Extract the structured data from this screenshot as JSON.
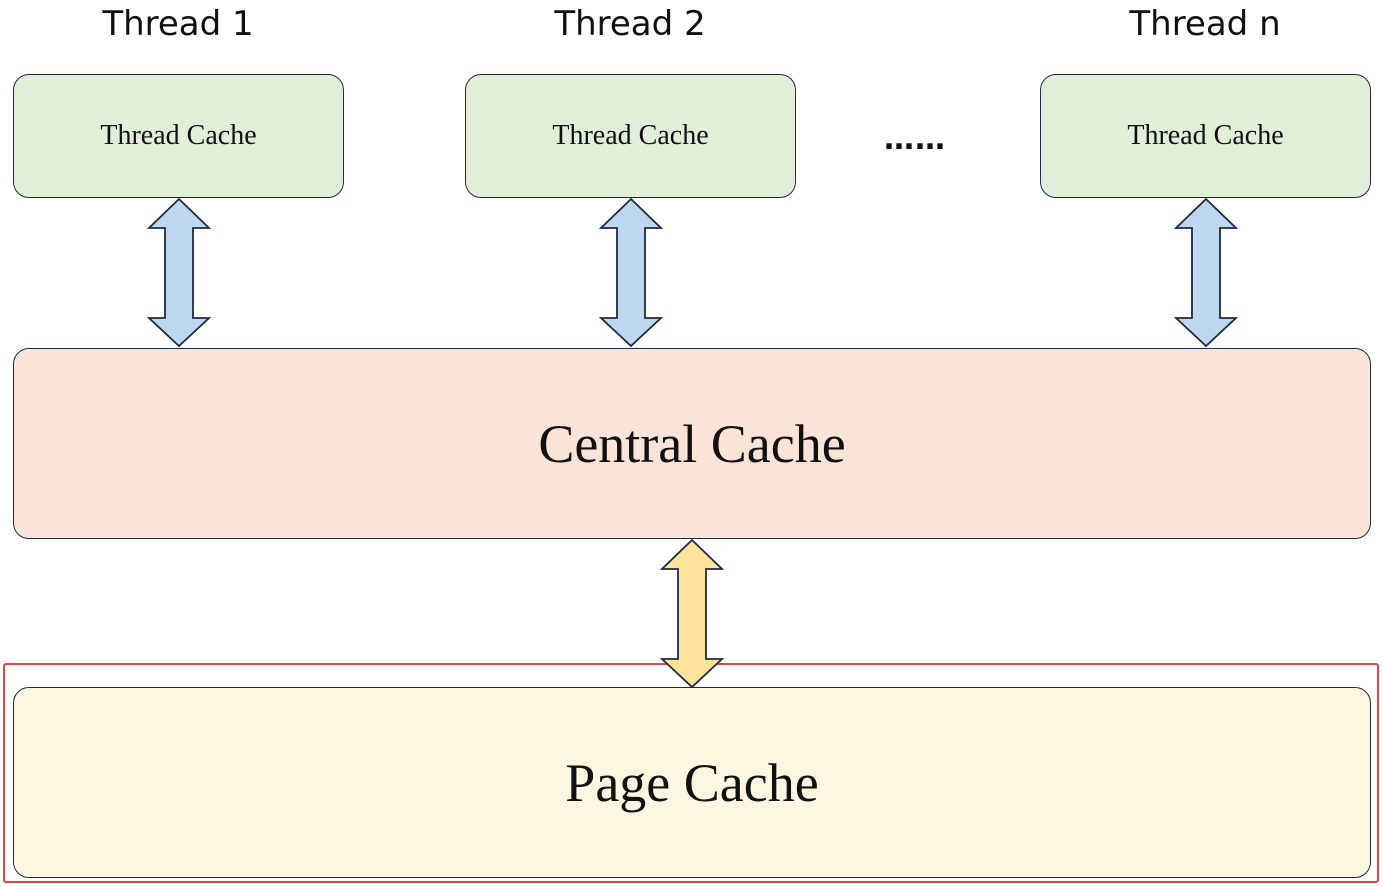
{
  "threads": [
    {
      "title": "Thread 1",
      "cache_label": "Thread Cache"
    },
    {
      "title": "Thread 2",
      "cache_label": "Thread Cache"
    },
    {
      "title": "Thread n",
      "cache_label": "Thread Cache"
    }
  ],
  "ellipsis": "……",
  "central_cache": {
    "label": "Central Cache"
  },
  "page_cache": {
    "label": "Page Cache"
  },
  "colors": {
    "thread_cache_fill": "#e1eed8",
    "central_cache_fill": "#fae4d8",
    "page_cache_fill": "#fdf6e0",
    "thread_arrow_fill": "#bdd7ee",
    "page_arrow_fill": "#fde49a",
    "outline": "#1f2a44",
    "highlight_frame": "#e54545"
  }
}
